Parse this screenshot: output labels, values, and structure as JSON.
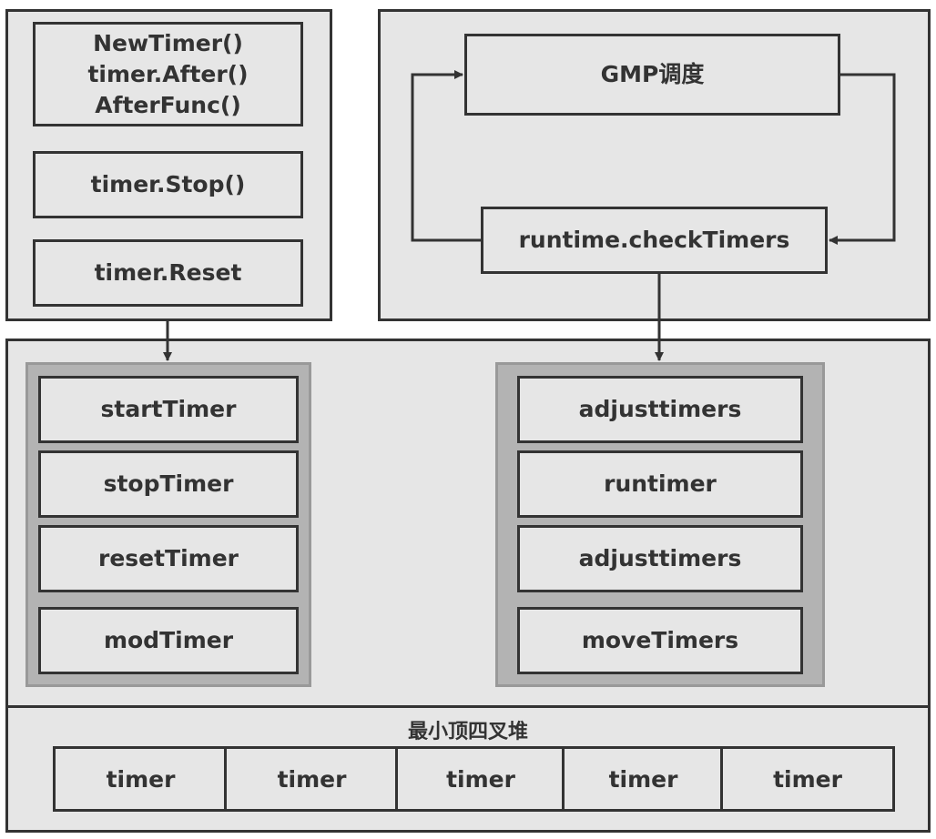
{
  "api_panel": {
    "items": [
      {
        "lines": [
          "NewTimer()",
          "timer.After()",
          "AfterFunc()"
        ]
      },
      {
        "lines": [
          "timer.Stop()"
        ]
      },
      {
        "lines": [
          "timer.Reset"
        ]
      }
    ]
  },
  "scheduler_panel": {
    "gmp": "GMP调度",
    "check_timers": "runtime.checkTimers"
  },
  "runtime_panel": {
    "left_group": [
      "startTimer",
      "stopTimer",
      "resetTimer",
      "modTimer"
    ],
    "right_group": [
      "adjusttimers",
      "runtimer",
      "adjusttimers",
      "moveTimers"
    ]
  },
  "heap": {
    "label": "最小顶四叉堆",
    "cells": [
      "timer",
      "timer",
      "timer",
      "timer",
      "timer"
    ]
  },
  "colors": {
    "panel_fill": "#e6e6e6",
    "border": "#333333",
    "group_fill": "#b3b3b3",
    "group_border": "#999999"
  }
}
